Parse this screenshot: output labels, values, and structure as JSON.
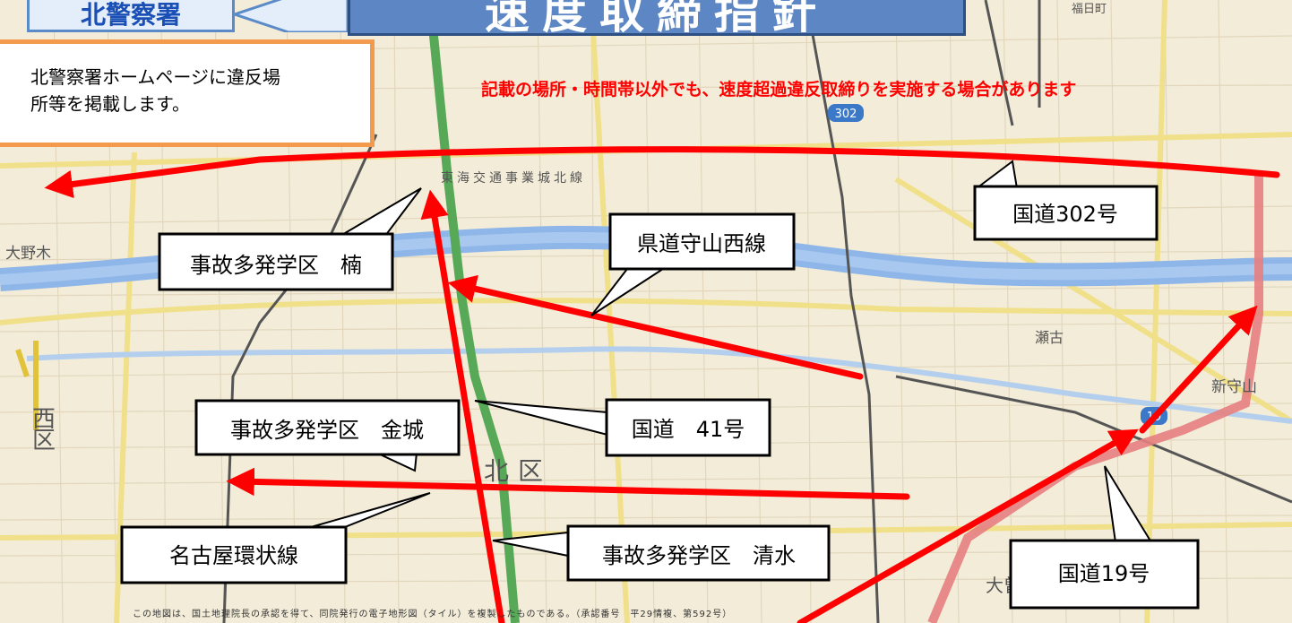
{
  "station_tab": "北警察署",
  "title": "速度取締指針",
  "info_box": {
    "line1": "北警察署ホームページに違反場",
    "line2": "所等を掲載します。"
  },
  "notice": "記載の場所・時間帯以外でも、速度超過違反取締りを実施する場合があります",
  "callouts": {
    "route302": "国道302号",
    "moriyama_west": "県道守山西線",
    "kusunoki": "事故多発学区　楠",
    "route41": "国道　41号",
    "kinjo": "事故多発学区　金城",
    "ring": "名古屋環状線",
    "shimizu": "事故多発学区　清水",
    "route19": "国道19号"
  },
  "map_labels": {
    "oonogi": "大野木",
    "nishiku_a": "西",
    "nishiku_b": "区",
    "kitaku": "北区",
    "seko": "瀬古",
    "shinmoriyama": "新守山",
    "route302_shield": "302",
    "route19_shield": "19",
    "tokai_line": "東海交通事業城北線",
    "ozone": "大曽根",
    "top_right": "福日町"
  },
  "copyright": "この地図は、国土地理院長の承認を得て、同院発行の電子地形図（タイル）を複製したものである。（承認番号　平29情複、第592号）",
  "colors": {
    "arrow": "#ff0000",
    "river": "#8fb6e8",
    "map_bg": "#f3ecd9",
    "highway": "#57a957",
    "title_bg": "#5c86c4",
    "info_border": "#f39a4d"
  }
}
